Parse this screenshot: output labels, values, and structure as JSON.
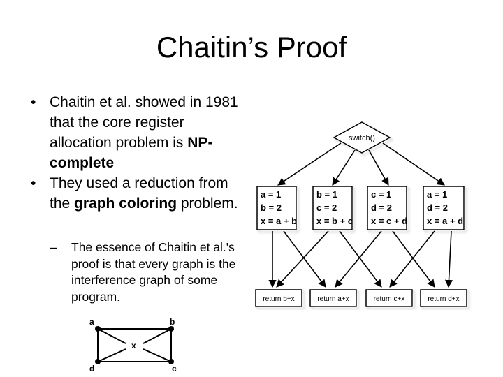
{
  "slide": {
    "title": "Chaitin’s Proof",
    "bullet1": {
      "text": "Chaitin et al. showed in 1981 that the core register allocation problem is ",
      "bold": "NP-complete"
    },
    "bullet2": {
      "text": "They used a reduction from the ",
      "bold": "graph coloring",
      "tail": " problem."
    },
    "sub_bullet": "The essence of Chaitin et al.'s proof is that every graph is the interference graph of some program.",
    "bullet_glyph": "•",
    "dash_glyph": "–"
  },
  "cfg": {
    "switch_label": "switch()",
    "blocks": [
      {
        "lines": [
          "a = 1",
          "b = 2",
          "x = a + b"
        ]
      },
      {
        "lines": [
          "b = 1",
          "c = 2",
          "x = b + c"
        ]
      },
      {
        "lines": [
          "c = 1",
          "d = 2",
          "x = c + d"
        ]
      },
      {
        "lines": [
          "a = 1",
          "d = 2",
          "x = a + d"
        ]
      }
    ],
    "returns": [
      "return b+x",
      "return a+x",
      "return c+x",
      "return d+x"
    ]
  },
  "interference_graph": {
    "vertices": [
      "a",
      "b",
      "c",
      "d",
      "x"
    ]
  }
}
